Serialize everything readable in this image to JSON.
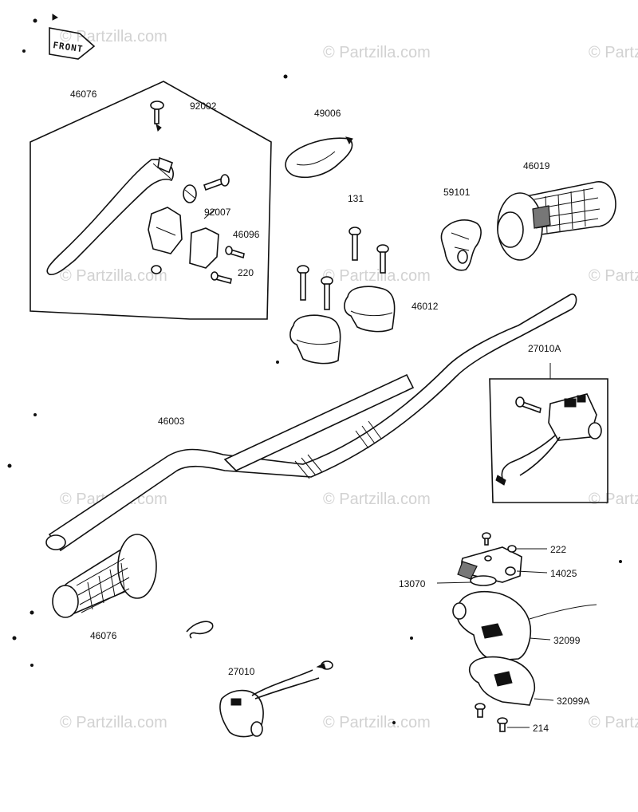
{
  "watermark": "© Partzilla.com",
  "front_label": "FRONT",
  "labels": {
    "l_46076": "46076",
    "l_92002": "92002",
    "l_92007": "92007",
    "l_46096": "46096",
    "l_220": "220",
    "l_49006": "49006",
    "l_46019": "46019",
    "l_131": "131",
    "l_59101": "59101",
    "l_46012": "46012",
    "l_27010A": "27010A",
    "l_46003": "46003",
    "l_46076b": "46076",
    "l_27010": "27010",
    "l_222": "222",
    "l_13070": "13070",
    "l_14025": "14025",
    "l_32099": "32099",
    "l_32099A": "32099A",
    "l_214": "214"
  }
}
